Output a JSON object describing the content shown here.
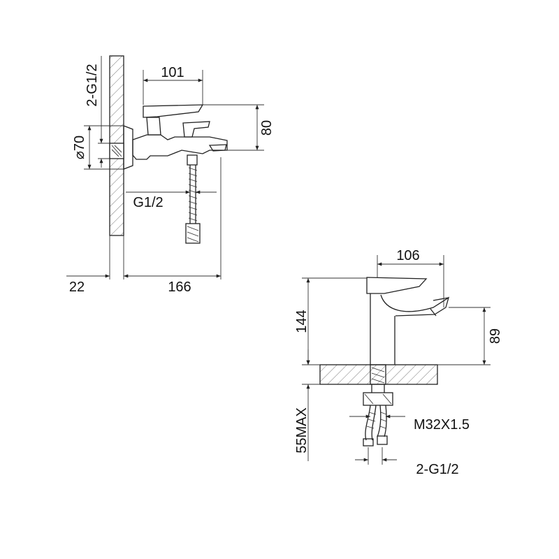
{
  "bath_mixer": {
    "dimensions": {
      "inlet_thread": "2-G1/2",
      "spout_reach": "101",
      "height": "80",
      "flange_diameter": "⌀70",
      "hose_thread": "G1/2",
      "wall_offset": "22",
      "total_projection": "166"
    }
  },
  "basin_mixer": {
    "dimensions": {
      "spout_reach": "106",
      "total_height": "144",
      "spout_height": "89",
      "max_deck_thickness": "55MAX",
      "shank_thread": "M32X1.5",
      "inlet_thread": "2-G1/2"
    }
  }
}
